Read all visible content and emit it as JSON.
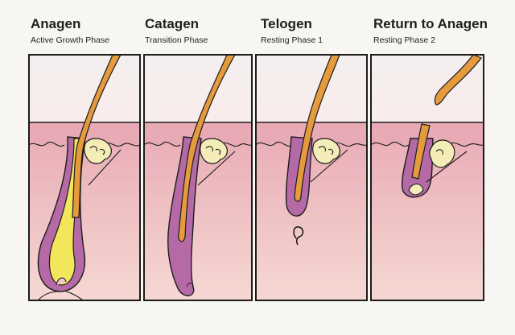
{
  "phases": [
    {
      "title": "Anagen",
      "subtitle": "Active Growth Phase"
    },
    {
      "title": "Catagen",
      "subtitle": "Transition Phase"
    },
    {
      "title": "Telogen",
      "subtitle": "Resting Phase 1"
    },
    {
      "title": "Return to Anagen",
      "subtitle": "Resting Phase 2"
    }
  ],
  "colors": {
    "hair_shaft": "#e59a3d",
    "bulb_anagen": "#f2e65a",
    "follicle_sheath": "#b56aa6",
    "skin_upper": "#e8aab4",
    "skin_lower": "#f6d8d3",
    "sebaceous_gland": "#f5edb8",
    "outline": "#1c1c1c"
  }
}
